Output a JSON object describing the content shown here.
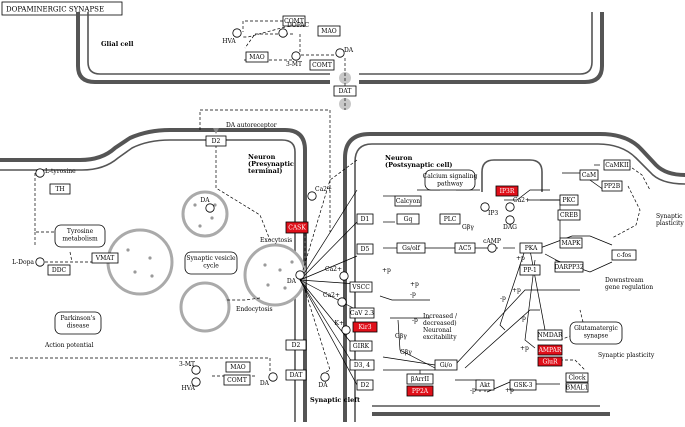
{
  "title": "DOPAMINERGIC SYNAPSE",
  "regions": {
    "glial_cell": "Glial cell",
    "presynaptic_line1": "Neuron",
    "presynaptic_line2": "(Presynaptic",
    "presynaptic_line3": "terminal)",
    "postsynaptic_line1": "Neuron",
    "postsynaptic_line2": "(Postsynaptic cell)",
    "synaptic_cleft": "Synaptic cleft",
    "da_autoreceptor": "DA autoreceptor",
    "action_potential": "Action potential",
    "exocytosis": "Exocytosis",
    "endocytosis": "Endocytosis"
  },
  "pathways": {
    "tyrosine_line1": "Tyrosine",
    "tyrosine_line2": "metabolism",
    "vesicle_line1": "Synaptic vesicle",
    "vesicle_line2": "cycle",
    "parkinson_line1": "Parkinson's",
    "parkinson_line2": "disease",
    "calcium_line1": "Calcium signaling",
    "calcium_line2": "pathway",
    "glutamatergic_line1": "Glutamatergic",
    "glutamatergic_line2": "synapse"
  },
  "genes": {
    "comt_glial_top": "COMT",
    "mao_glial_top": "MAO",
    "mao_glial_bottom": "MAO",
    "comt_glial_bottom": "COMT",
    "dat_glial": "DAT",
    "d2_auto": "D2",
    "th": "TH",
    "ddc": "DDC",
    "vmat": "VMAT",
    "caskin": "CASK",
    "d2_pre": "D2",
    "dat_pre": "DAT",
    "mao_pre": "MAO",
    "comt_pre": "COMT",
    "d1": "D1",
    "d5": "D5",
    "vscc": "VSCC",
    "cav": "CaV 2.3",
    "kcnj": "Kir3",
    "girk": "GIRK",
    "d34": "D3, 4",
    "d2_post": "D2",
    "calcyon": "Calcyon",
    "gq": "Gq",
    "plc": "PLC",
    "gsgolf": "Gs/olf",
    "ac5": "AC5",
    "ip3r": "IP3R",
    "cam": "CaM",
    "camkii": "CaMKII",
    "pp2b": "PP2B",
    "pkc": "PKC",
    "creb": "CREB",
    "pka": "PKA",
    "pp1": "PP-1",
    "darpp32": "DARPP32",
    "mapk": "MAPK",
    "cfos": "c-fos",
    "gio": "Gi/o",
    "baiii": "βArrII",
    "pp2a": "PP2A",
    "akt": "Akt",
    "gsk3": "GSK-3",
    "clock": "Clock",
    "bmal1": "BMAL1",
    "nmdar": "NMDAR",
    "ampar": "AMPAR",
    "kainate": "GluR"
  },
  "compounds": {
    "hva_top": "HVA",
    "dopac": "DOPAC",
    "da_glial": "DA",
    "mt3_top": "3-MT",
    "l_tyrosine": "L-tyrosine",
    "l_dopa": "L-Dopa",
    "da_ves": "DA",
    "da_exo": "DA",
    "ca_pre": "Ca2+",
    "mt3_bottom": "3-MT",
    "hva_bottom": "HVA",
    "da_bottom": "DA",
    "da_cleft": "DA",
    "ca_post1": "Ca2+",
    "ca_post2": "Ca2+",
    "k_post": "K+",
    "ip3": "IP3",
    "ca_er": "Ca2+",
    "dag": "DAG",
    "camp": "cAMP"
  },
  "annotations": {
    "gbg1": "Gβγ",
    "gbg2": "Gβγ",
    "gbg3": "Gβγ",
    "neuronal_line1": "Increased /",
    "neuronal_line2": "decreased)",
    "neuronal_line3": "Neuronal",
    "neuronal_line4": "excitability",
    "synaptic_plasticity_1": "Synaptic",
    "synaptic_plasticity_2": "plasticity",
    "synaptic_plasticity_3": "Synaptic plasticity",
    "downstream_1": "Downstream",
    "downstream_2": "gene regulation",
    "p1": "+p",
    "p2": "+p",
    "p3": "-p",
    "p4": "+p",
    "p5": "-p",
    "p6": "+p",
    "p7": "-p",
    "p8": "-p",
    "p9": "+p",
    "p10": "-p",
    "p11": "+p"
  }
}
